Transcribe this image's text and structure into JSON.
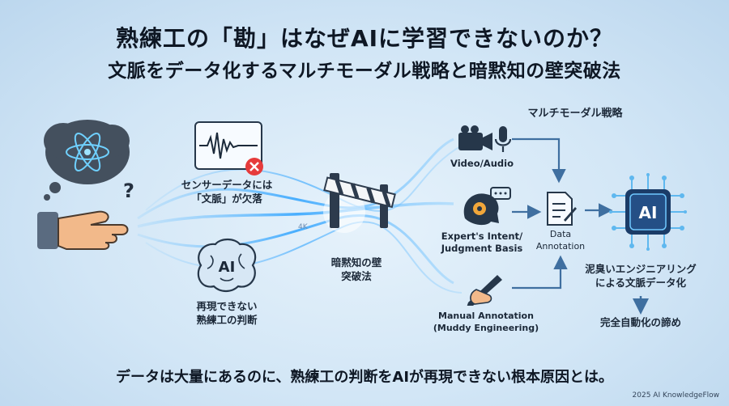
{
  "header": {
    "title_line1": "熟練工の「勘」はなぜAIに学習できないのか？",
    "title_line2": "文脈をデータ化するマルチモーダル戦略と暗黙知の壁突破法"
  },
  "left": {
    "sensor_caption_1": "センサーデータには",
    "sensor_caption_2": "「文脈」が欠落",
    "ai_brain_label": "AI",
    "ai_caption_1": "再現できない",
    "ai_caption_2": "熟練工の判断"
  },
  "center": {
    "flow_tag": "4K",
    "barrier_caption_1": "暗黙知の壁",
    "barrier_caption_2": "突破法"
  },
  "right": {
    "multimodal_title": "マルチモーダル戦略",
    "video_label": "Video/Audio",
    "intent_label_1": "Expert's Intent/",
    "intent_label_2": "Judgment Basis",
    "manual_label_1": "Manual Annotation",
    "manual_label_2": "(Muddy Engineering)",
    "data_label_1": "Data",
    "data_label_2": "Annotation",
    "ai_chip_label": "AI",
    "engineering_caption_1": "泥臭いエンジニアリング",
    "engineering_caption_2": "による文脈データ化",
    "automation_caption": "完全自動化の諦め"
  },
  "footer": {
    "statement": "データは大量にあるのに、熟練工の判断をAIが再現できない根本原因とは。",
    "credit": "2025 AI KnowledgeFlow"
  },
  "colors": {
    "flow": "#4fb3ff",
    "arrow": "#3f6fa0",
    "chip": "#1b3c68",
    "error": "#e63b3b",
    "hand": "#f2b98a"
  }
}
